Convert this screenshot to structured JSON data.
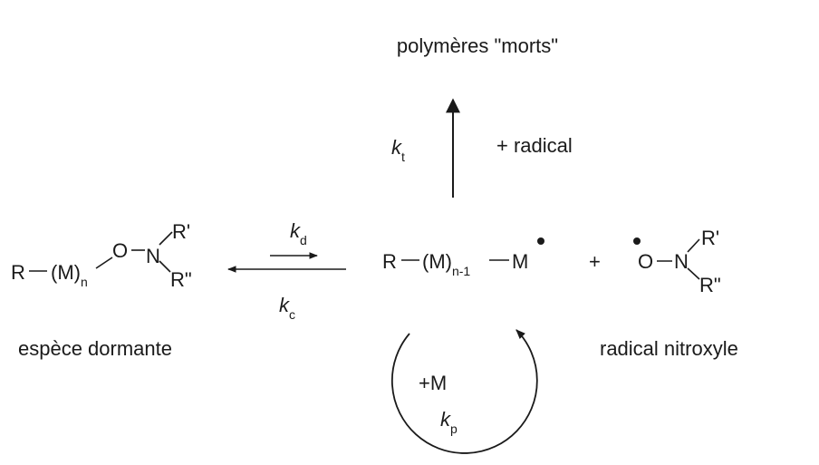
{
  "top_product": "polymères \"morts\"",
  "termination": {
    "k": "k",
    "k_sub": "t",
    "reagent": "+ radical"
  },
  "dormant": {
    "r": "R",
    "m": "(M)",
    "n": "n",
    "o": "O",
    "n_atom": "N",
    "r1": "R'",
    "r2": "R\"",
    "label": "espèce dormante"
  },
  "activation": {
    "k": "k",
    "sub": "d"
  },
  "deactivation": {
    "k": "k",
    "sub": "c"
  },
  "active": {
    "r": "R",
    "m": "(M)",
    "sub": "n-1",
    "m_end": "M"
  },
  "plus": "+",
  "nitroxyl": {
    "o": "O",
    "n_atom": "N",
    "r1": "R'",
    "r2": "R\"",
    "label": "radical nitroxyle"
  },
  "propagation": {
    "monomer": "+M",
    "k": "k",
    "sub": "p"
  }
}
